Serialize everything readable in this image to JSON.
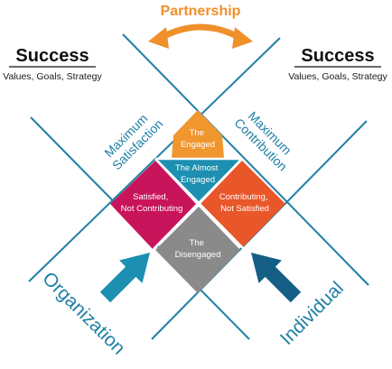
{
  "partnership": {
    "label": "Partnership",
    "color": "#f0902a"
  },
  "success_left": {
    "title": "Success",
    "subtitle": "Values, Goals, Strategy"
  },
  "success_right": {
    "title": "Success",
    "subtitle": "Values, Goals, Strategy"
  },
  "edges": {
    "max_satisfaction": [
      "Maximum",
      "Satisfaction"
    ],
    "max_contribution": [
      "Maximum",
      "Contribution"
    ]
  },
  "tiles": {
    "engaged": {
      "lines": [
        "The",
        "Engaged"
      ],
      "color": "#f0962e"
    },
    "almost_engaged": {
      "lines": [
        "The Almost",
        "Engaged"
      ],
      "color": "#1d8fb0"
    },
    "satisfied": {
      "lines": [
        "Satisfied,",
        "Not Contributing"
      ],
      "color": "#c8145a"
    },
    "contributing": {
      "lines": [
        "Contributing,",
        "Not Satisfied"
      ],
      "color": "#e8562a"
    },
    "disengaged": {
      "lines": [
        "The",
        "Disengaged"
      ],
      "color": "#8a8a8a"
    }
  },
  "arrows": {
    "organization": {
      "label": "Organization",
      "color": "#1d8fb0"
    },
    "individual": {
      "label": "Individual",
      "color": "#155e86"
    }
  },
  "line_color": "#1f7fa6"
}
